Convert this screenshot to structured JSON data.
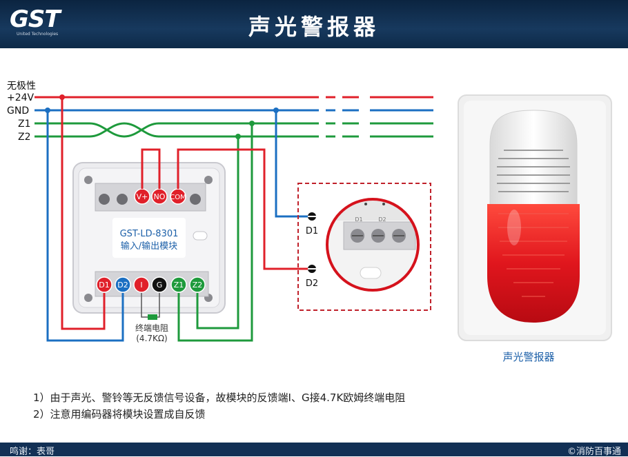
{
  "header": {
    "logo": "GST",
    "logo_sub": "United Technologies",
    "title": "声光警报器"
  },
  "diagram": {
    "bus_labels": {
      "polarity": "无极性",
      "plus24v": "+24V",
      "gnd": "GND",
      "z1": "Z1",
      "z2": "Z2"
    },
    "module": {
      "model": "GST-LD-8301",
      "name": "输入/输出模块",
      "top_terminals": [
        "V+",
        "NO",
        "COM"
      ],
      "bottom_terminals": [
        "D1",
        "D2",
        "I",
        "G",
        "Z1",
        "Z2"
      ]
    },
    "resistor": {
      "label": "终端电阻",
      "value": "(4.7KΩ)"
    },
    "device_terminals": [
      "D1",
      "D2"
    ],
    "zoom_labels": [
      "D1",
      "D2"
    ],
    "device_caption": "声光警报器"
  },
  "notes": [
    "1）由于声光、警铃等无反馈信号设备，故模块的反馈端I、G接4.7K欧姆终端电阻",
    "2）注意用编码器将模块设置成自反馈"
  ],
  "footer": {
    "left": "鸣谢：表哥",
    "right": "©消防百事通"
  },
  "colors": {
    "red": "#e0202a",
    "blue": "#1b6fc2",
    "green": "#1e9a3c",
    "header": "#143456"
  }
}
